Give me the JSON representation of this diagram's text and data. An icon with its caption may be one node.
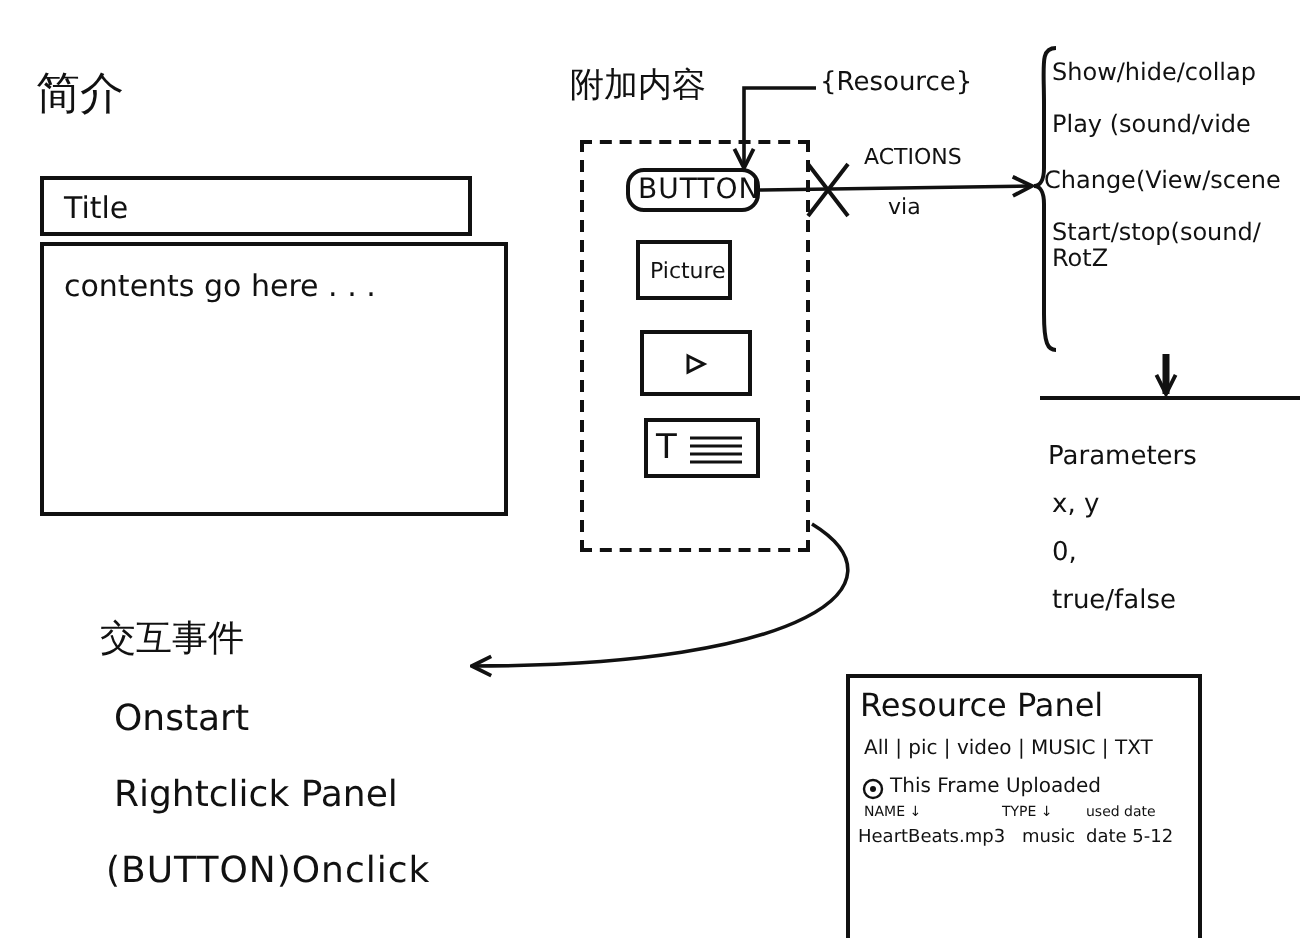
{
  "diagram": {
    "nodes": [
      {
        "text": [
          "Title"
        ]
      },
      {
        "text": [
          "contents go here . . ."
        ]
      },
      {
        "text": [
          "附加内容"
        ]
      },
      {
        "text": [
          "{Resource}"
        ]
      },
      {
        "text": [
          "BUTTON"
        ],
        "in": 2
      },
      {
        "text": [
          "Picture"
        ],
        "in": 2
      },
      {
        "text": [],
        "shape": "box",
        "in": 2
      },
      {
        "text": [
          "T"
        ],
        "in": 2
      },
      {
        "text": [
          "Show/hide/collap",
          "Play (sound/vide",
          "Change(View/scene",
          "Start/stop(sound/ RotZ"
        ]
      },
      {
        "text": [
          "Parameters",
          "x, y",
          "0,",
          "true/false"
        ]
      },
      {
        "text": [
          "交互事件",
          "Onstart",
          "Rightclick Panel",
          "(BUTTON)Onclick"
        ]
      },
      {
        "text": [
          "Resource Panel",
          "All | pic | video | MUSIC | TXT",
          "This Frame Uploaded",
          "NAME ↓",
          "TYPE ↓",
          "used date",
          "HeartBeats.mp3",
          "music",
          "date 5-12"
        ]
      }
    ],
    "edges": [
      {
        "from": 3,
        "to": 4,
        "arrow": "to"
      },
      {
        "from": 4,
        "to": 8,
        "arrow": "to",
        "label": "ACTIONS"
      },
      {
        "from": 8,
        "to": 9,
        "arrow": "to",
        "style": "thick"
      },
      {
        "from": 2,
        "to": 10,
        "arrow": "to"
      }
    ],
    "labels": [
      "简介",
      "via"
    ]
  }
}
